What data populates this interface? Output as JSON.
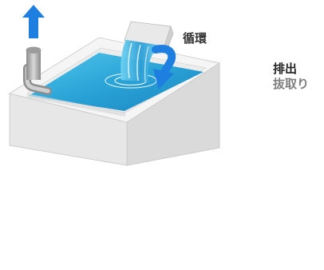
{
  "labels": {
    "circulation": "循環",
    "discharge": "排出",
    "extraction": "抜取り"
  },
  "colors": {
    "water": "#2aa3d6",
    "arrow_blue": "#1f7fe0",
    "tank_wall": "#e6e6e6",
    "tank_rim": "#f4f4f4",
    "label_dark": "#222222",
    "label_gray": "#7f7f7f"
  },
  "icons": [
    "up-arrow-icon",
    "curved-down-arrow-icon",
    "vacuum-cleaner-icon",
    "suction-hose-icon"
  ]
}
